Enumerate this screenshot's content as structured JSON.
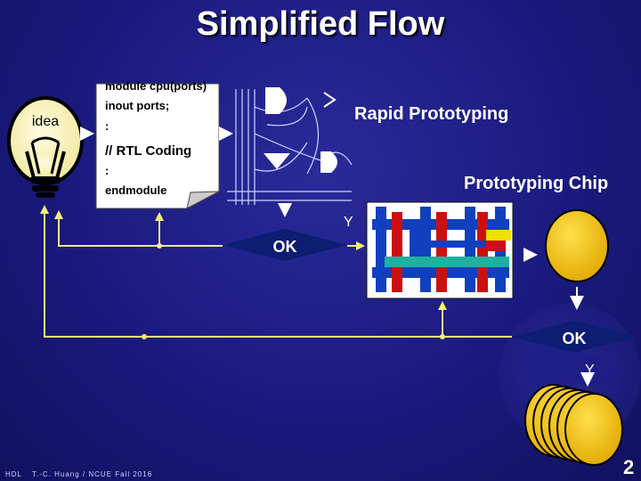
{
  "slide": {
    "title": "Simplified Flow",
    "footer_left": "HDL",
    "footer_credit": "T.-C. Huang / NCUE  Fall 2016",
    "page_number": "2"
  },
  "bulb": {
    "label": "idea"
  },
  "code_note": {
    "lines": [
      "module cpu(ports)",
      "inout ports;",
      ":",
      "// RTL Coding",
      ":",
      "endmodule"
    ]
  },
  "labels": {
    "rapid_prototyping": "Rapid Prototyping",
    "prototyping_chip": "Prototyping Chip",
    "ok_top": "OK",
    "y_top": "Y",
    "ok_bottom": "OK",
    "y_bottom": "Y"
  },
  "colors": {
    "flow_line": "#f6f07a",
    "arrow_white": "#ffffff",
    "chip_gold": "#f2c200",
    "layout_red": "#cc1010",
    "layout_blue": "#1040c0",
    "layout_yellow": "#f0e000",
    "layout_teal": "#20b0a0"
  }
}
